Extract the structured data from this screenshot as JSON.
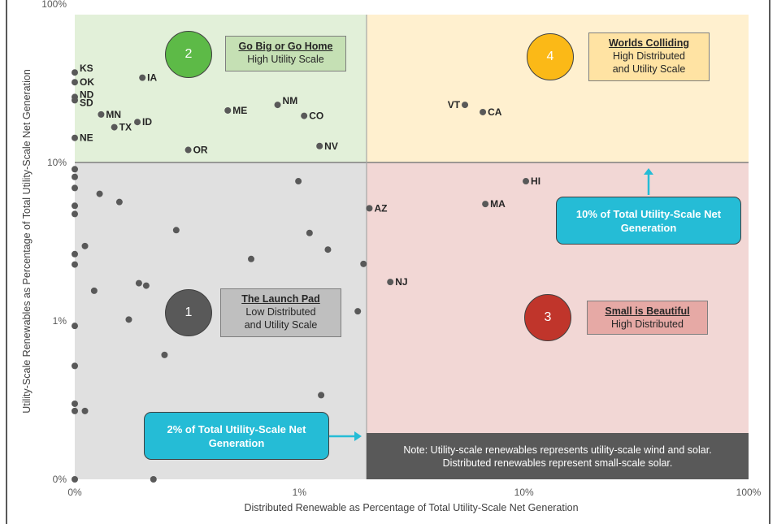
{
  "chart_data": {
    "type": "scatter",
    "title": "",
    "xlabel": "Distributed Renewable as Percentage of Total Utility-Scale Net Generation",
    "ylabel": "Utility-Scale Renewables as Percentage of Total Utility-Scale Net Generation",
    "x_scale": "log",
    "y_scale": "log",
    "xlim": [
      0.1,
      100
    ],
    "ylim": [
      0.1,
      100
    ],
    "x_ticks": [
      {
        "value": 0.1,
        "label": "0%"
      },
      {
        "value": 1,
        "label": "1%"
      },
      {
        "value": 10,
        "label": "10%"
      },
      {
        "value": 100,
        "label": "100%"
      }
    ],
    "y_ticks": [
      {
        "value": 0.1,
        "label": "0%"
      },
      {
        "value": 1,
        "label": "1%"
      },
      {
        "value": 10,
        "label": "10%"
      },
      {
        "value": 100,
        "label": "100%"
      }
    ],
    "x_threshold": 2,
    "y_threshold": 10,
    "points": [
      {
        "label": "KS",
        "x": 0.1,
        "y": 37.0
      },
      {
        "label": "OK",
        "x": 0.1,
        "y": 32.1
      },
      {
        "label": "ND",
        "x": 0.1,
        "y": 25.9
      },
      {
        "label": "SD",
        "x": 0.1,
        "y": 24.7
      },
      {
        "label": "IA",
        "x": 0.2,
        "y": 34.3
      },
      {
        "label": "MN",
        "x": 0.131,
        "y": 20.1
      },
      {
        "label": "TX",
        "x": 0.15,
        "y": 16.7
      },
      {
        "label": "ID",
        "x": 0.19,
        "y": 18.0
      },
      {
        "label": "NE",
        "x": 0.1,
        "y": 14.3
      },
      {
        "label": "ME",
        "x": 0.48,
        "y": 21.3
      },
      {
        "label": "NM",
        "x": 0.8,
        "y": 23.1
      },
      {
        "label": "CO",
        "x": 1.05,
        "y": 19.7
      },
      {
        "label": "NV",
        "x": 1.23,
        "y": 12.7
      },
      {
        "label": "OR",
        "x": 0.32,
        "y": 12.0
      },
      {
        "label": "VT",
        "x": 5.46,
        "y": 23.1
      },
      {
        "label": "CA",
        "x": 6.56,
        "y": 20.8
      },
      {
        "label": "HI",
        "x": 10.2,
        "y": 7.62
      },
      {
        "label": "MA",
        "x": 6.73,
        "y": 5.47
      },
      {
        "label": "AZ",
        "x": 2.05,
        "y": 5.14
      },
      {
        "label": "NJ",
        "x": 2.54,
        "y": 1.76
      },
      {
        "label": "",
        "x": 0.1,
        "y": 9.07
      },
      {
        "label": "",
        "x": 0.1,
        "y": 8.11
      },
      {
        "label": "",
        "x": 0.1,
        "y": 6.9
      },
      {
        "label": "",
        "x": 0.129,
        "y": 6.34
      },
      {
        "label": "",
        "x": 0.158,
        "y": 5.63
      },
      {
        "label": "",
        "x": 0.1,
        "y": 5.33
      },
      {
        "label": "",
        "x": 0.1,
        "y": 4.73
      },
      {
        "label": "",
        "x": 0.99,
        "y": 7.62
      },
      {
        "label": "",
        "x": 0.283,
        "y": 3.74
      },
      {
        "label": "",
        "x": 1.11,
        "y": 3.59
      },
      {
        "label": "",
        "x": 0.111,
        "y": 2.97
      },
      {
        "label": "",
        "x": 1.34,
        "y": 2.82
      },
      {
        "label": "",
        "x": 0.1,
        "y": 2.64
      },
      {
        "label": "",
        "x": 0.1,
        "y": 2.27
      },
      {
        "label": "",
        "x": 0.61,
        "y": 2.46
      },
      {
        "label": "",
        "x": 1.93,
        "y": 2.29
      },
      {
        "label": "",
        "x": 0.193,
        "y": 1.73
      },
      {
        "label": "",
        "x": 0.208,
        "y": 1.67
      },
      {
        "label": "",
        "x": 0.122,
        "y": 1.55
      },
      {
        "label": "",
        "x": 1.82,
        "y": 1.15
      },
      {
        "label": "",
        "x": 0.174,
        "y": 1.02
      },
      {
        "label": "",
        "x": 0.1,
        "y": 0.93
      },
      {
        "label": "",
        "x": 0.251,
        "y": 0.61
      },
      {
        "label": "",
        "x": 0.1,
        "y": 0.52
      },
      {
        "label": "",
        "x": 1.25,
        "y": 0.34
      },
      {
        "label": "",
        "x": 0.1,
        "y": 0.3
      },
      {
        "label": "",
        "x": 0.1,
        "y": 0.27
      },
      {
        "label": "",
        "x": 0.111,
        "y": 0.27
      },
      {
        "label": "",
        "x": 0.1,
        "y": 0.1
      },
      {
        "label": "",
        "x": 0.224,
        "y": 0.1
      }
    ]
  },
  "quadrants": {
    "q1": {
      "number": "1",
      "title": "The Launch Pad",
      "line1": "Low Distributed",
      "line2": "and Utility Scale",
      "color": "#595959",
      "bg": "#e0e0e0"
    },
    "q2": {
      "number": "2",
      "title": "Go Big or Go Home",
      "line1": "High Utility Scale",
      "color": "#5dba47",
      "bg": "#e2f0d9"
    },
    "q3": {
      "number": "3",
      "title": "Small is Beautiful",
      "line1": "High Distributed",
      "color": "#c0352b",
      "bg": "#f2d7d5"
    },
    "q4": {
      "number": "4",
      "title": "Worlds Colliding",
      "line1": "High Distributed",
      "line2": "and Utility Scale",
      "color": "#fbb917",
      "bg": "#fff0cf"
    }
  },
  "callouts": {
    "ten_pct": "10% of Total Utility-Scale Net Generation",
    "two_pct": "2% of Total Utility-Scale Net Generation"
  },
  "note": {
    "line1": "Note: Utility-scale renewables represents utility-scale wind and solar.",
    "line2": "Distributed renewables represent small-scale solar."
  }
}
